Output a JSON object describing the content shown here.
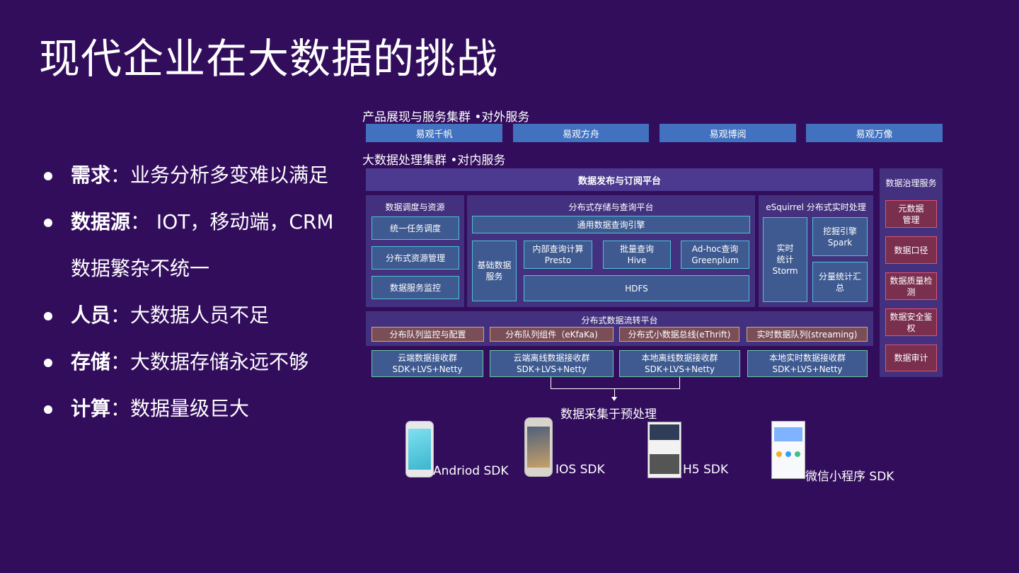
{
  "title": "现代企业在大数据的挑战",
  "bullets": [
    {
      "label": "需求",
      "sep": "：",
      "text": "业务分析多变难以满足"
    },
    {
      "label": "数据源",
      "sep": "：",
      "text": " IOT，移动端，CRM数据繁杂不统一"
    },
    {
      "label": "人员",
      "sep": "：",
      "text": "大数据人员不足"
    },
    {
      "label": "存储",
      "sep": "：",
      "text": "大数据存储永远不够"
    },
    {
      "label": "计算",
      "sep": "：",
      "text": "数据量级巨大"
    }
  ],
  "diagram": {
    "product_cluster": "产品展现与服务集群  •对外服务",
    "products": [
      "易观千帆",
      "易观方舟",
      "易观博阅",
      "易观万像"
    ],
    "bigdata_cluster": "大数据处理集群   •对内服务",
    "publish_platform": "数据发布与订阅平台",
    "scheduling": {
      "title": "数据调度与资源",
      "items": [
        "统一任务调度",
        "分布式资源管理",
        "数据服务监控"
      ]
    },
    "storage": {
      "title": "分布式存储与查询平台",
      "query_engine": "通用数据查询引擎",
      "base_service": "基础数据服务",
      "inner_query": [
        "内部查询计算",
        "Presto"
      ],
      "batch_query": [
        "批量查询",
        "Hive"
      ],
      "adhoc_query": [
        "Ad-hoc查询",
        "Greenplum"
      ],
      "hdfs": "HDFS"
    },
    "realtime": {
      "title": "eSquirrel 分布式实时处理",
      "storm": [
        "实时",
        "统计",
        "Storm"
      ],
      "spark": [
        "挖掘引擎",
        "Spark"
      ],
      "agg": [
        "分量统计汇",
        "总"
      ]
    },
    "flow": {
      "title": "分布式数据流转平台",
      "items": [
        "分布队列监控与配置",
        "分布队列组件（eKfaKa)",
        "分布式小数据总线(eThrift)",
        "实时数据队列(streaming)"
      ]
    },
    "receivers": [
      [
        "云端数据接收群",
        "SDK+LVS+Netty"
      ],
      [
        "云端离线数据接收群",
        "SDK+LVS+Netty"
      ],
      [
        "本地离线数据接收群",
        "SDK+LVS+Netty"
      ],
      [
        "本地实时数据接收群",
        "SDK+LVS+Netty"
      ]
    ],
    "governance": {
      "title": "数据治理服务",
      "items": [
        [
          "元数据",
          "管理"
        ],
        [
          "数据口径"
        ],
        [
          "数据质量检",
          "测"
        ],
        [
          "数据安全鉴",
          "权"
        ],
        [
          "数据审计"
        ]
      ]
    },
    "collect": "数据采集于预处理",
    "sdks": [
      "Andriod  SDK",
      "IOS  SDK",
      "H5  SDK",
      "微信小程序  SDK"
    ]
  }
}
